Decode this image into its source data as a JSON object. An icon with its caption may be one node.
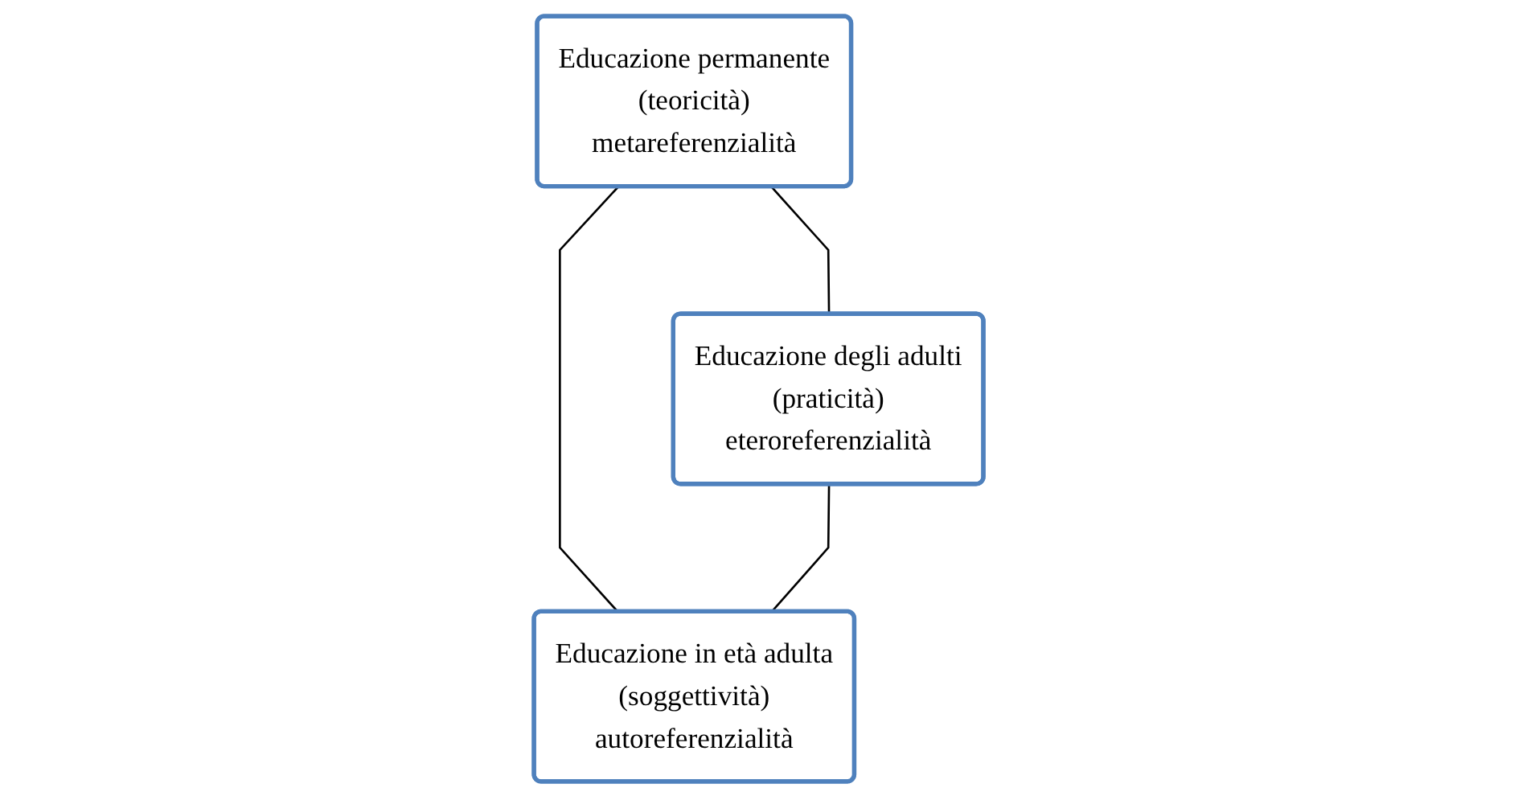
{
  "diagram": {
    "nodes": [
      {
        "text": [
          "Educazione permanente",
          "(teoricità)",
          "metareferenzialità"
        ]
      },
      {
        "text": [
          "Educazione degli adulti",
          "(praticità)",
          "eteroreferenzialità"
        ]
      },
      {
        "text": [
          "Educazione in età adulta",
          "(soggettività)",
          "autoreferenzialità"
        ]
      }
    ],
    "edges": [
      {
        "from": 0,
        "to": 1,
        "arrow": "none"
      },
      {
        "from": 0,
        "to": 2,
        "arrow": "none"
      },
      {
        "from": 1,
        "to": 2,
        "arrow": "none"
      }
    ]
  }
}
